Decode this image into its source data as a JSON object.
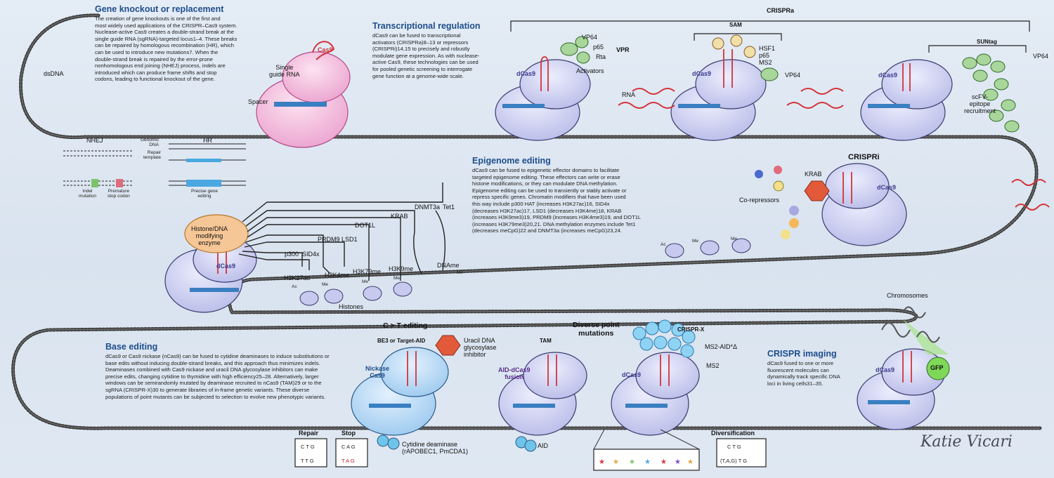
{
  "labels": {
    "dsDNA": "dsDNA",
    "crispra": "CRISPRa",
    "crispri": "CRISPRi",
    "sam": "SAM",
    "suntag": "SUNtag",
    "vpr": "VPR",
    "vp64": "VP64",
    "p65": "p65",
    "rta": "Rta",
    "hsf1": "HSF1",
    "ms2": "MS2",
    "activators": "Activators",
    "rna": "RNA",
    "scfv": "scFV-\nepitope\nrecruitment",
    "krab": "KRAB",
    "corepressors": "Co-repressors",
    "cas9": "Cas9",
    "dcas9": "dCas9",
    "single_guide_rna": "Single\nguide RNA",
    "spacer": "Spacer",
    "nhej": "NHEJ",
    "hr": "HR",
    "genomic_dna": "Genomic\nDNA",
    "repair_template": "Repair\ntemplate",
    "indel_mutation": "Indel\nmutation",
    "premature_stop": "Premature\nstop codon",
    "precise_gene": "Precise gene\nediting",
    "histone_enzyme": "Histone/DNA\nmodifying\nenzyme",
    "dnmt3a": "DNMT3a",
    "tet1": "Tet1",
    "krab_epi": "KRAB",
    "dot1l": "DOT1L",
    "prdm9": "PRDM9",
    "lsd1": "LSD1",
    "p300": "p300",
    "sid4x": "SID4x",
    "h3k27ac": "H3K27ac",
    "h3k4me": "H3K4me",
    "h3k79me": "H3K79me",
    "h3k9me": "H3K9me",
    "dname": "DNAme",
    "histones": "Histones",
    "ac": "Ac",
    "me": "Me",
    "ct_editing": "C > T editing",
    "be3": "BE3 or Target-AID",
    "uracil": "Uracil DNA\nglycosylase\ninhibitor",
    "nickase": "Nickase\nCas9",
    "cytidine": "Cytidine deaminase\n(rAPOBEC1, PmCDA1)",
    "tam": "TAM",
    "aid_dcas9": "AID-dCas9\nfusion",
    "aid": "AID",
    "diverse": "Diverse point\nmutations",
    "crisprx": "CRISPR-X",
    "ms2aid": "MS2-AID*Δ",
    "chromosomes": "Chromosomes",
    "gfp": "GFP",
    "repair": "Repair",
    "stop": "Stop",
    "diversification": "Diversification",
    "signature": "Katie Vicari"
  },
  "panels": {
    "gene_knockout": {
      "title": "Gene knockout or replacement",
      "body": "The creation of gene knockouts is one of the first and\nmost widely used applications of the CRISPR–Cas9 system.\nNuclease-active Cas9 creates a double-strand break at the\nsingle guide RNA (sgRNA)-targeted locus1–4. These breaks\ncan be repaired by homologous recombination (HR), which\ncan be used to introduce new mutations7. When the\ndouble-strand break is repaired by the error-prone\nnonhomologous end joining (NHEJ) process, indels are\nintroduced which can produce frame shifts and stop\ncodons, leading to functional knockout of the gene."
    },
    "transcriptional": {
      "title": "Transcriptional regulation",
      "body": "dCas9 can be fused to transcriptional\nactivators (CRISPRa)8–13 or repressors\n(CRISPRi)14,15 to precisely and robustly\nmodulate gene expression. As with nuclease-\nactive Cas9, these technologies can be used\nfor pooled genetic screening to interrogate\ngene function at a genome-wide scale."
    },
    "epigenome": {
      "title": "Epigenome editing",
      "body": "dCas9 can be fused to epigenetic effector domains to facilitate\ntargeted epigenome editing. These effectors can write or erase\nhistone modifications, or they can modulate DNA methylation.\nEpigenome editing can be used to transiently or stably activate or\nrepress specific genes. Chromatin modifiers that have been used\nthis way include p300 HAT (increases H3K27ac)16, SID4x\n(decreases H3K27ac)17, LSD1 (decreases H3K4me)18, KRAB\n(increases H3K9me3)19, PRDM9 (increases H3K4me3)19, and DOT1L\n(increases H3K79me3)20,21. DNA methylation enzymes include Tet1\n(decreases meCpG)22 and DNMT3a (increases meCpG)23,24."
    },
    "base_editing": {
      "title": "Base editing",
      "body": "dCas9 or Cas9 nickase (nCas9) can be fused to cytidine deaminases to induce substitutions or\nbase edits without inducing double-strand breaks, and this approach thus minimizes indels.\nDeaminases combined with Cas9 nickase and uracil DNA glycosylase inhibitors can make\nprecise edits, changing cytidine to thymidine with high efficiency25–28. Alternatively, larger\nwindows can be semirandomly mutated by deaminase recruited to nCas9 (TAM)29 or to the\nsgRNA (CRISPR-X)30 to generate libraries of in-frame genetic variants. These diverse\npopulations of point mutants can be subjected to selection to evolve new phenotypic variants."
    },
    "imaging": {
      "title": "CRISPR imaging",
      "body": "dCas9 fused to one or more\nfluorescent molecules can\ndynamically track specific DNA\nloci in living cells31–35."
    }
  },
  "codons": {
    "repair_top": "C T G",
    "repair_bottom": "T T G",
    "stop_top": "C A G",
    "stop_bottom": "T A G",
    "div_top": "C T G",
    "div_bottom": "(T,A,G) T G"
  },
  "colors": {
    "panel_title": "#1f4e8c",
    "cas9_body": "#c7c9ee",
    "cas9_outline": "#3b3b6e",
    "cas9_active": "#f2b6d8",
    "sgrna": "#d2343a",
    "dna": "#4a4a4a",
    "spacer": "#3a7fc1",
    "activator": "#a9d69a",
    "deaminase": "#6fc4ea",
    "repressor": "#e25a3a",
    "enzyme": "#f6c796",
    "gfp": "#7fd857"
  }
}
